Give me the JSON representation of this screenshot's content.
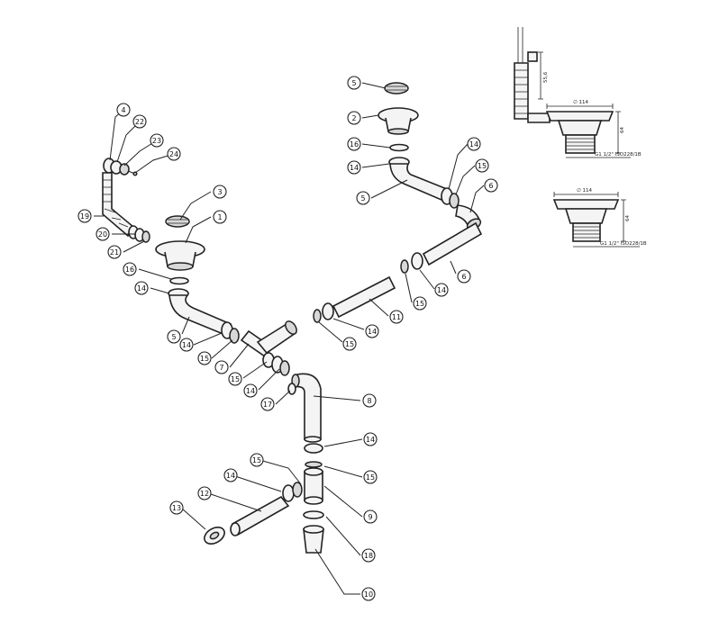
{
  "labels": {
    "l4": "4",
    "l22": "22",
    "l23": "23",
    "l24": "24",
    "l19": "19",
    "l20": "20",
    "l21": "21",
    "l3": "3",
    "l1": "1",
    "l16a": "16",
    "l14a": "14",
    "l5a": "5",
    "l14b": "14",
    "l15a": "15",
    "l7": "7",
    "l15b": "15",
    "l14c": "14",
    "l17": "17",
    "l8": "8",
    "l5b": "5",
    "l2": "2",
    "l16b": "16",
    "l14d": "14",
    "l5c": "5",
    "l14e": "14",
    "l15c": "15",
    "l6a": "6",
    "l6b": "6",
    "l14f": "14",
    "l15d": "15",
    "l11": "11",
    "l14g": "14",
    "l15e": "15",
    "l14h": "14",
    "l15f": "15",
    "l9": "9",
    "l15g": "15",
    "l14i": "14",
    "l12": "12",
    "l13": "13",
    "l18": "18",
    "l10": "10"
  },
  "dimensions": {
    "top_diameter": "∅ 114",
    "height_a": "55,6",
    "height_b": "64",
    "thread": "G1 1/2\" ISO228/1B",
    "top_diameter_b": "∅ 114",
    "height_c": "64",
    "thread_b": "G1 1/2\" ISO228/1B"
  }
}
